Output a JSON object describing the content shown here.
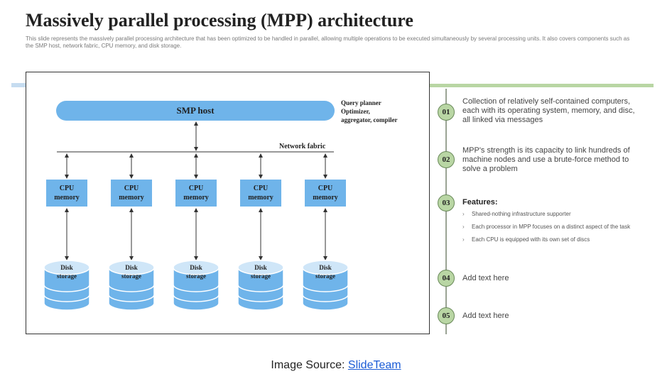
{
  "title": "Massively parallel processing (MPP) architecture",
  "subtitle": "This slide represents the massively parallel processing architecture that has been optimized to be handled in parallel, allowing multiple operations to be executed simultaneously by several processing units. It also covers components such as the SMP host, network fabric, CPU memory, and disk storage.",
  "diagram": {
    "smp_host": "SMP host",
    "query_planner": [
      "Query planner",
      "Optimizer,",
      "aggregator, compiler"
    ],
    "network_fabric": "Network fabric",
    "cpu": [
      {
        "line1": "CPU",
        "line2": "memory"
      },
      {
        "line1": "CPU",
        "line2": "memory"
      },
      {
        "line1": "CPU",
        "line2": "memory"
      },
      {
        "line1": "CPU",
        "line2": "memory"
      },
      {
        "line1": "CPU",
        "line2": "memory"
      }
    ],
    "disk": [
      {
        "line1": "Disk",
        "line2": "storage"
      },
      {
        "line1": "Disk",
        "line2": "storage"
      },
      {
        "line1": "Disk",
        "line2": "storage"
      },
      {
        "line1": "Disk",
        "line2": "storage"
      },
      {
        "line1": "Disk",
        "line2": "storage"
      }
    ]
  },
  "steps": [
    {
      "num": "01",
      "text": "Collection of relatively self-contained computers, each with its operating system, memory, and disc, all linked via messages"
    },
    {
      "num": "02",
      "text": "MPP's strength is its capacity to link hundreds of machine nodes and use a brute-force method to solve a problem"
    },
    {
      "num": "03",
      "heading": "Features:",
      "bullets": [
        "Shared-nothing infrastructure supporter",
        "Each processor in MPP focuses on a distinct aspect of the task",
        "Each CPU is equipped with its own set of discs"
      ]
    },
    {
      "num": "04",
      "text": "Add text here"
    },
    {
      "num": "05",
      "text": "Add text here"
    }
  ],
  "source": {
    "label": "Image Source: ",
    "link": "SlideTeam"
  },
  "colors": {
    "blue": "#6fb4ea",
    "green": "#b9d6a4"
  }
}
